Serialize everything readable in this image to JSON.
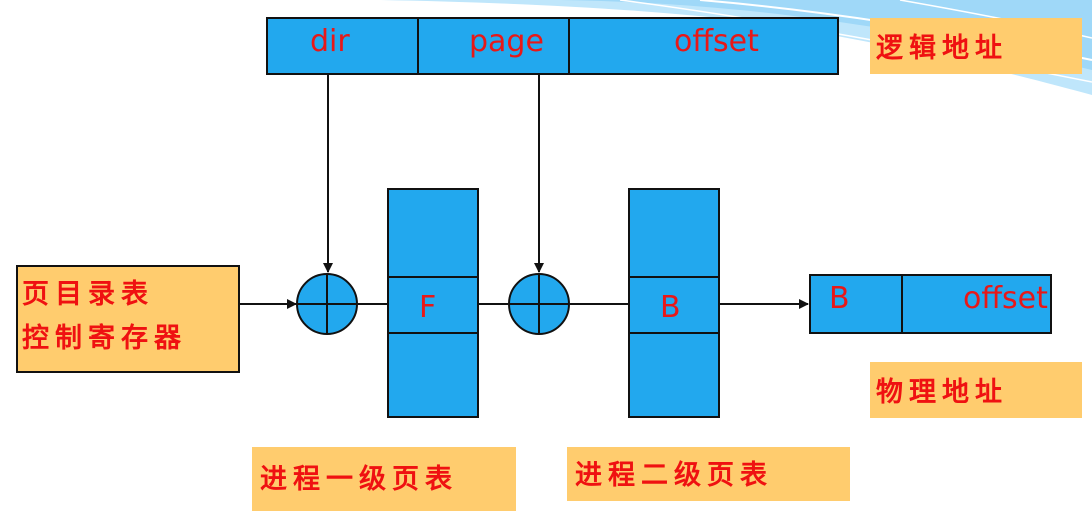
{
  "logical_address": {
    "fields": [
      "dir",
      "page",
      "offset"
    ],
    "label": "逻辑地址"
  },
  "page_directory_register": {
    "line1": "页目录表",
    "line2": "控制寄存器"
  },
  "level1_table": {
    "entry": "F",
    "label": "进程一级页表"
  },
  "level2_table": {
    "entry": "B",
    "label": "进程二级页表"
  },
  "physical_address": {
    "frame": "B",
    "offset": "offset",
    "label": "物理地址"
  },
  "colors": {
    "cell_fill": "#22a8ee",
    "label_fill": "#ffcc6e",
    "text_red": "#e81818",
    "decor_blue": "#8fd3f7"
  }
}
